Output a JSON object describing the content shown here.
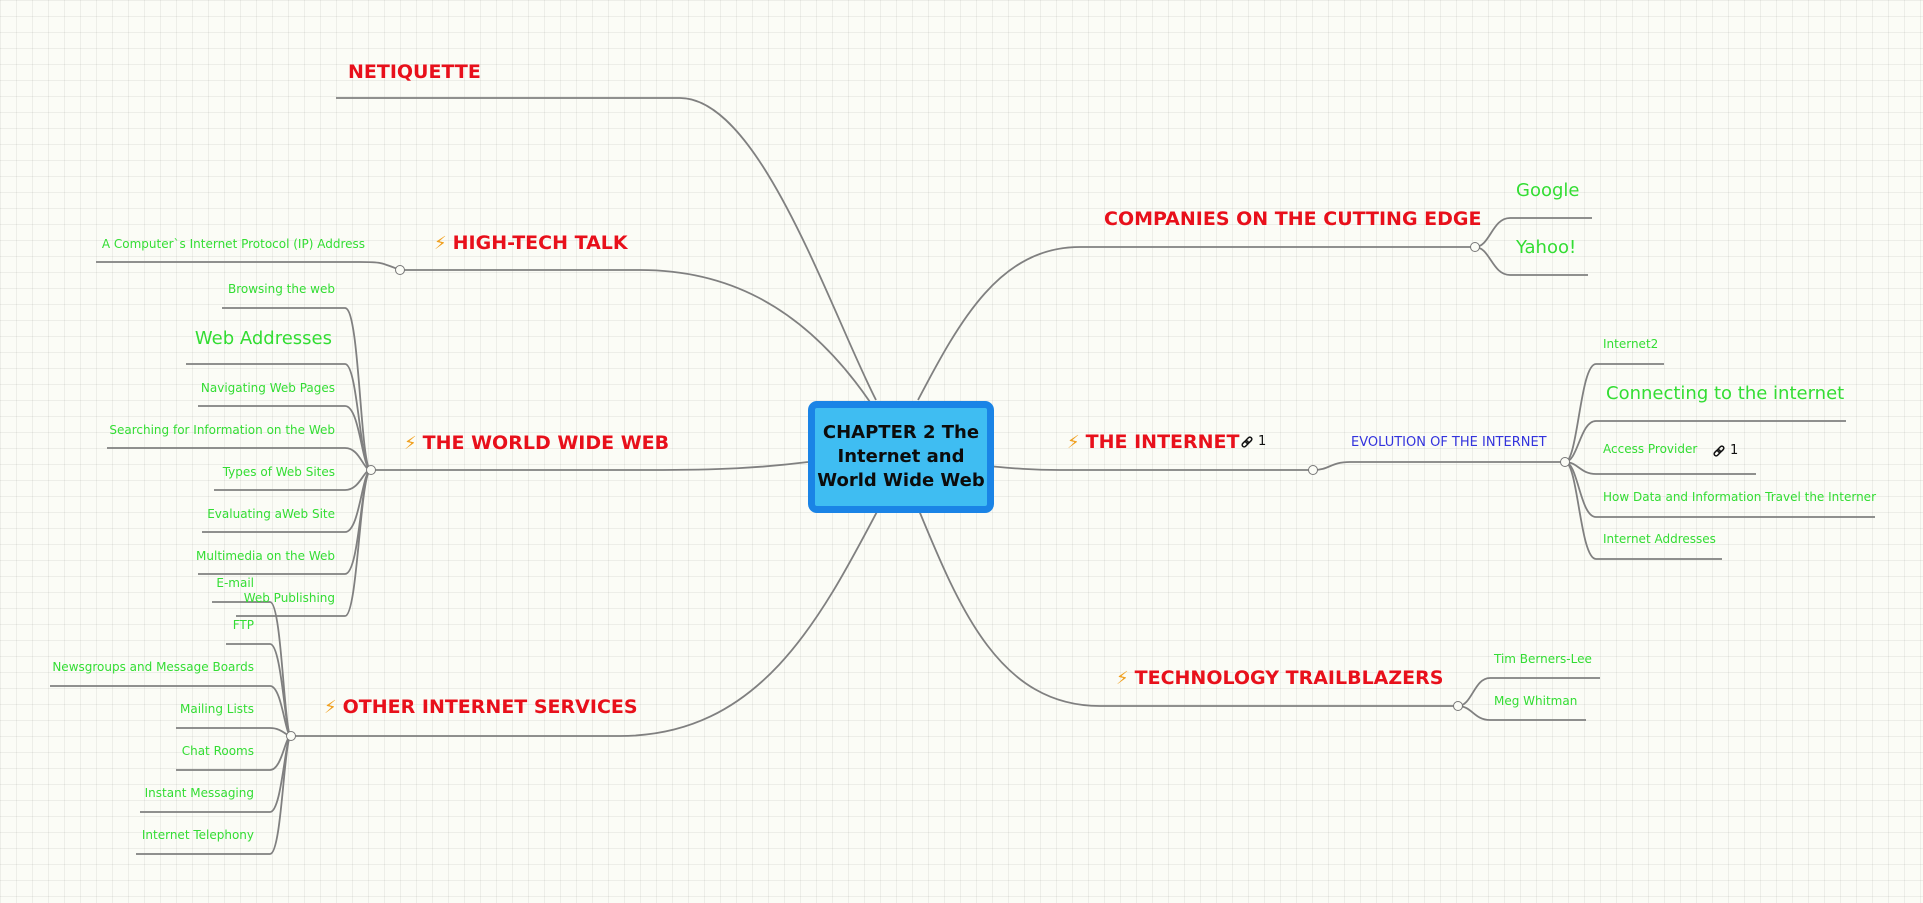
{
  "root": {
    "label": "CHAPTER 2 The\nInternet and\nWorld Wide Web"
  },
  "branches": {
    "netiquette": {
      "label": "NETIQUETTE"
    },
    "high_tech_talk": {
      "label": "HIGH-TECH TALK",
      "icon": "lightning-icon",
      "children": [
        "A Computer`s Internet Protocol (IP) Address"
      ]
    },
    "world_wide_web": {
      "label": "THE WORLD WIDE WEB",
      "icon": "lightning-icon",
      "children": [
        "Browsing the web",
        "Web Addresses",
        "Navigating Web Pages",
        "Searching for Information on the Web",
        "Types of Web Sites",
        "Evaluating aWeb Site",
        "Multimedia on the Web",
        "Web Publishing"
      ]
    },
    "other_services": {
      "label": "OTHER INTERNET SERVICES",
      "icon": "lightning-icon",
      "children": [
        "E-mail",
        "FTP",
        "Newsgroups and Message Boards",
        "Mailing Lists",
        "Chat Rooms",
        "Instant Messaging",
        "Internet Telephony"
      ]
    },
    "companies": {
      "label": "COMPANIES ON THE CUTTING EDGE",
      "children": [
        "Google",
        "Yahoo!"
      ]
    },
    "internet": {
      "label": "THE INTERNET",
      "icon": "lightning-icon",
      "link_count": "1",
      "sub": {
        "label": "EVOLUTION OF THE INTERNET",
        "children": [
          {
            "label": "Internet2"
          },
          {
            "label": "Connecting to the internet"
          },
          {
            "label": "Access Provider",
            "link_count": "1"
          },
          {
            "label": "How Data and Information Travel the Interner"
          },
          {
            "label": "Internet Addresses"
          }
        ]
      }
    },
    "trailblazers": {
      "label": "TECHNOLOGY TRAILBLAZERS",
      "icon": "lightning-icon",
      "children": [
        "Tim Berners-Lee",
        "Meg Whitman"
      ]
    }
  },
  "colors": {
    "main_topic": "#e8101b",
    "subtopic": "#33dd33",
    "evolution_label": "#3333dd",
    "lightning": "#f0a020",
    "central_fill": "#3fbdf2",
    "central_border": "#1a84e6",
    "connector": "#808080"
  }
}
